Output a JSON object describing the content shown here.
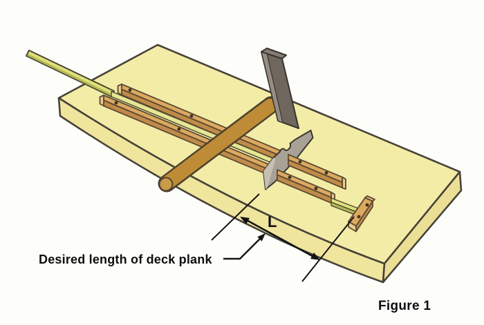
{
  "figure": {
    "annotation_label": "Desired length of deck plank",
    "dimension_label": "L",
    "caption": "Figure 1"
  },
  "colors": {
    "background": "#fdfdfa",
    "outline": "#474239",
    "board_top": "#f3eca6",
    "board_front": "#efe59d",
    "board_side": "#ebdf96",
    "rail_top": "#dca95f",
    "rail_front": "#c08b49",
    "rail_end": "#ebc98e",
    "rail_outline": "#5b4a33",
    "plank_top": "#dee178",
    "plank_mid": "#e6e794",
    "plank_side": "#b5b957",
    "plank_outline": "#4b4734",
    "blade_face": "#a8a195",
    "blade_bevel": "#c7c1b5",
    "blade_outline": "#3a362f",
    "head_face": "#6f665e",
    "head_light": "#968d84",
    "head_top": "#857c74",
    "head_outline": "#38342e",
    "handle": "#be8c37",
    "handle_dark": "#4e4130",
    "handle_butt": "#c99a47",
    "screw": "#3f3224",
    "annotation_ink": "#141414"
  }
}
